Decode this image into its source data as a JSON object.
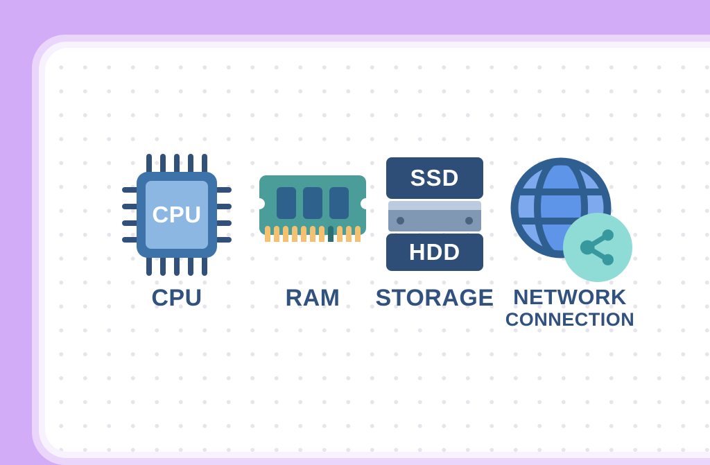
{
  "colors": {
    "background": "#D3ACF7",
    "frame-ring-outer": "#E9D6FA",
    "frame-ring-inner": "#F8F1FE",
    "card": "#FFFFFF",
    "dot": "#E6E5EC",
    "label": "#31517E",
    "pin-navy": "#31507A",
    "cpu-frame": "#3E73A9",
    "cpu-panel": "#8CB7E3",
    "ram-body": "#4A9D98",
    "ram-chip": "#2E618C",
    "ram-pin-gold": "#F4C171",
    "ram-pin-dark": "#2B6E74",
    "storage-navy": "#2E4E78",
    "drive-strip": "#BCCCDE",
    "drive-body": "#8098B4",
    "screw": "#4A6480",
    "globe-fill": "#7FA9EE",
    "globe-lens": "#5E95E8",
    "globe-line": "#2F5F90",
    "badge-teal": "#8FDCD7",
    "share-teal": "#37989E"
  },
  "items": {
    "cpu": {
      "label": "CPU",
      "chip_text": "CPU",
      "icon": "cpu-chip-icon"
    },
    "ram": {
      "label": "RAM",
      "icon": "ram-module-icon"
    },
    "storage": {
      "label": "STORAGE",
      "ssd_text": "SSD",
      "hdd_text": "HDD",
      "icon": "storage-drives-icon"
    },
    "network": {
      "label_line1": "NETWORK",
      "label_line2": "CONNECTION",
      "icon": "globe-share-icon"
    }
  }
}
